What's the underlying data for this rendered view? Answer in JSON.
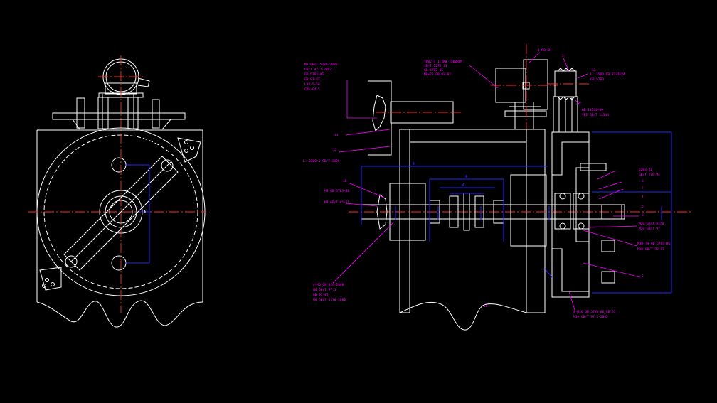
{
  "colors": {
    "background": "#000000",
    "outline": "#ffffff",
    "centerline": "#ff2a2a",
    "dimension": "#2424ff",
    "leader": "#ff00ff"
  },
  "drawing": {
    "left_view": "front view of drum mill with motor mounted on top frame",
    "right_view": "sectional assembly view of drum, shaft, bearings and belt pulley"
  },
  "callouts": {
    "motor_top": "4-M8-6H",
    "pulley_num": "3",
    "motor_block": [
      "Y802-4 1.5KW 1500RPM",
      "JB/T 5275-73",
      "GB 5783-86",
      "M8x25 GB 93-87"
    ],
    "left_top": [
      "M8 GB/T 5780-2000",
      "GB/T 97.1-2002",
      "GB 5783-86",
      "GB 93-87",
      "L33.5-5G",
      "CM5-G4-5"
    ],
    "left_mid": [
      "L: B200-5 GB/T 1096"
    ],
    "left_shaft": [
      "M8 GB 5783-86",
      "M8 GB/T 95-85"
    ],
    "left_bottom": [
      "4-M6 GB 819-2000",
      "M6 GB/T 97.1",
      "GB 93-87",
      "M6 GB/T 6170-2000"
    ],
    "right_top": [
      "L: 1500 GB 1171-74",
      "GB 5783"
    ],
    "right_pulley": [
      "GB 11544-89",
      "SPZ GB/T 11544"
    ],
    "right_mid": [
      "6203-ZZ",
      "GB/T 276-94"
    ],
    "right_low": [
      "M20 GB/T 6170",
      "M20 GB/T 97"
    ],
    "right_shaft": [
      "M10-7H GB 5783-86",
      "M10 GB/T 93-87"
    ],
    "bottom_right": [
      "4-M10 GB 5783-86 GB 93",
      "M10 GB/T 97.1-2002"
    ],
    "numbers": {
      "n1": "14",
      "n2": "13",
      "n3": "16",
      "n4": "8",
      "n5": "7",
      "n6": "6",
      "n7": "5",
      "n8": "4",
      "n9": "2",
      "n10": "9",
      "n11": "12",
      "n12": "10",
      "n13": "11"
    }
  }
}
